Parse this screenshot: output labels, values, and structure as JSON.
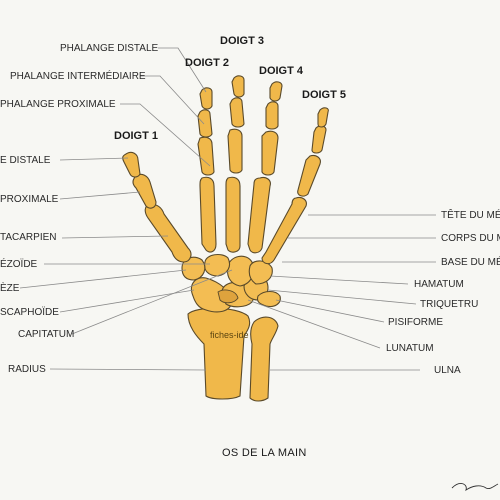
{
  "title": "OS DE LA MAIN",
  "watermark": "fiches-ide",
  "fingers": {
    "d1": "DOIGT 1",
    "d2": "DOIGT 2",
    "d3": "DOIGT 3",
    "d4": "DOIGT 4",
    "d5": "DOIGT 5"
  },
  "labels_left": {
    "phalange_distale": "PHALANGE DISTALE",
    "phalange_intermediaire": "PHALANGE INTERMÉDIAIRE",
    "phalange_proximale": "PHALANGE PROXIMALE",
    "phalange_distale_cut": "E DISTALE",
    "proximale_cut": "PROXIMALE",
    "metacarpien_cut": "TACARPIEN",
    "trapezoide_cut": "ÉZOÏDE",
    "trapeze_cut": "ÈZE",
    "scaphoide_cut": "SCAPHOÏDE",
    "capitatum": "CAPITATUM",
    "radius": "RADIUS"
  },
  "labels_right": {
    "tete": "TÊTE DU MÉ",
    "corps": "CORPS DU M",
    "base": "BASE DU MÉ",
    "hamatum": "HAMATUM",
    "triquetrum": "TRIQUETRU",
    "pisiforme": "PISIFORME",
    "lunatum": "LUNATUM",
    "ulna": "ULNA"
  },
  "colors": {
    "bone": "#f0b84a",
    "outline": "#5a4a2a",
    "background": "#f7f7f3",
    "leader_line": "#8a8a8a"
  }
}
